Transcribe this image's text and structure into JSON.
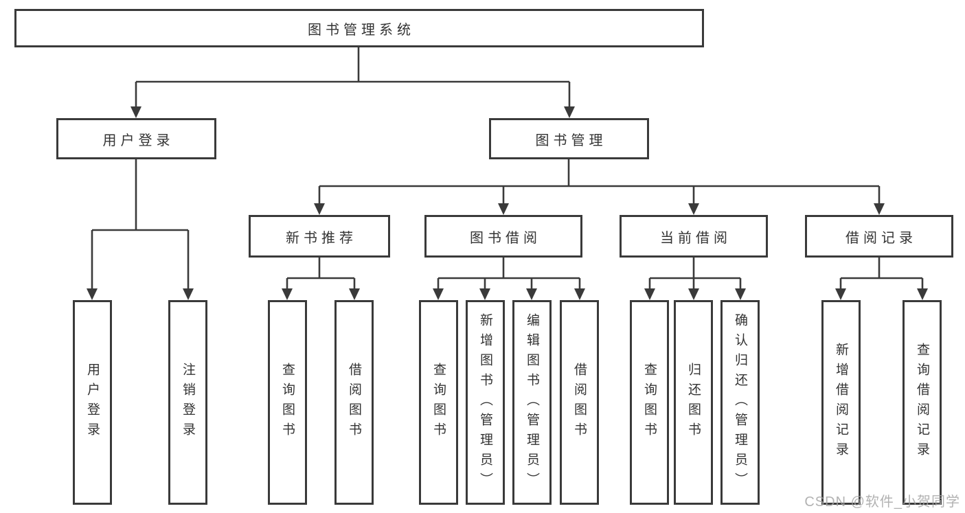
{
  "diagram": {
    "type": "functional-structure-tree",
    "tree": {
      "label": "图书管理系统",
      "children": [
        {
          "label": "用户登录",
          "children": [
            {
              "label": "用户登录"
            },
            {
              "label": "注销登录"
            }
          ]
        },
        {
          "label": "图书管理",
          "children": [
            {
              "label": "新书推荐",
              "children": [
                {
                  "label": "查询图书"
                },
                {
                  "label": "借阅图书"
                }
              ]
            },
            {
              "label": "图书借阅",
              "children": [
                {
                  "label": "查询图书"
                },
                {
                  "label": "新增图书（管理员）"
                },
                {
                  "label": "编辑图书（管理员）"
                },
                {
                  "label": "借阅图书"
                }
              ]
            },
            {
              "label": "当前借阅",
              "children": [
                {
                  "label": "查询图书"
                },
                {
                  "label": "归还图书"
                },
                {
                  "label": "确认归还（管理员）"
                }
              ]
            },
            {
              "label": "借阅记录",
              "children": [
                {
                  "label": "新增借阅记录"
                },
                {
                  "label": "查询借阅记录"
                }
              ]
            }
          ]
        }
      ]
    }
  },
  "watermark": {
    "text": "CSDN @软件_小贺同学"
  },
  "colors": {
    "line": "#3a3a3a",
    "box_border": "#3a3a3a",
    "text": "#333333",
    "watermark": "#a4a4a4",
    "background": "#ffffff"
  }
}
